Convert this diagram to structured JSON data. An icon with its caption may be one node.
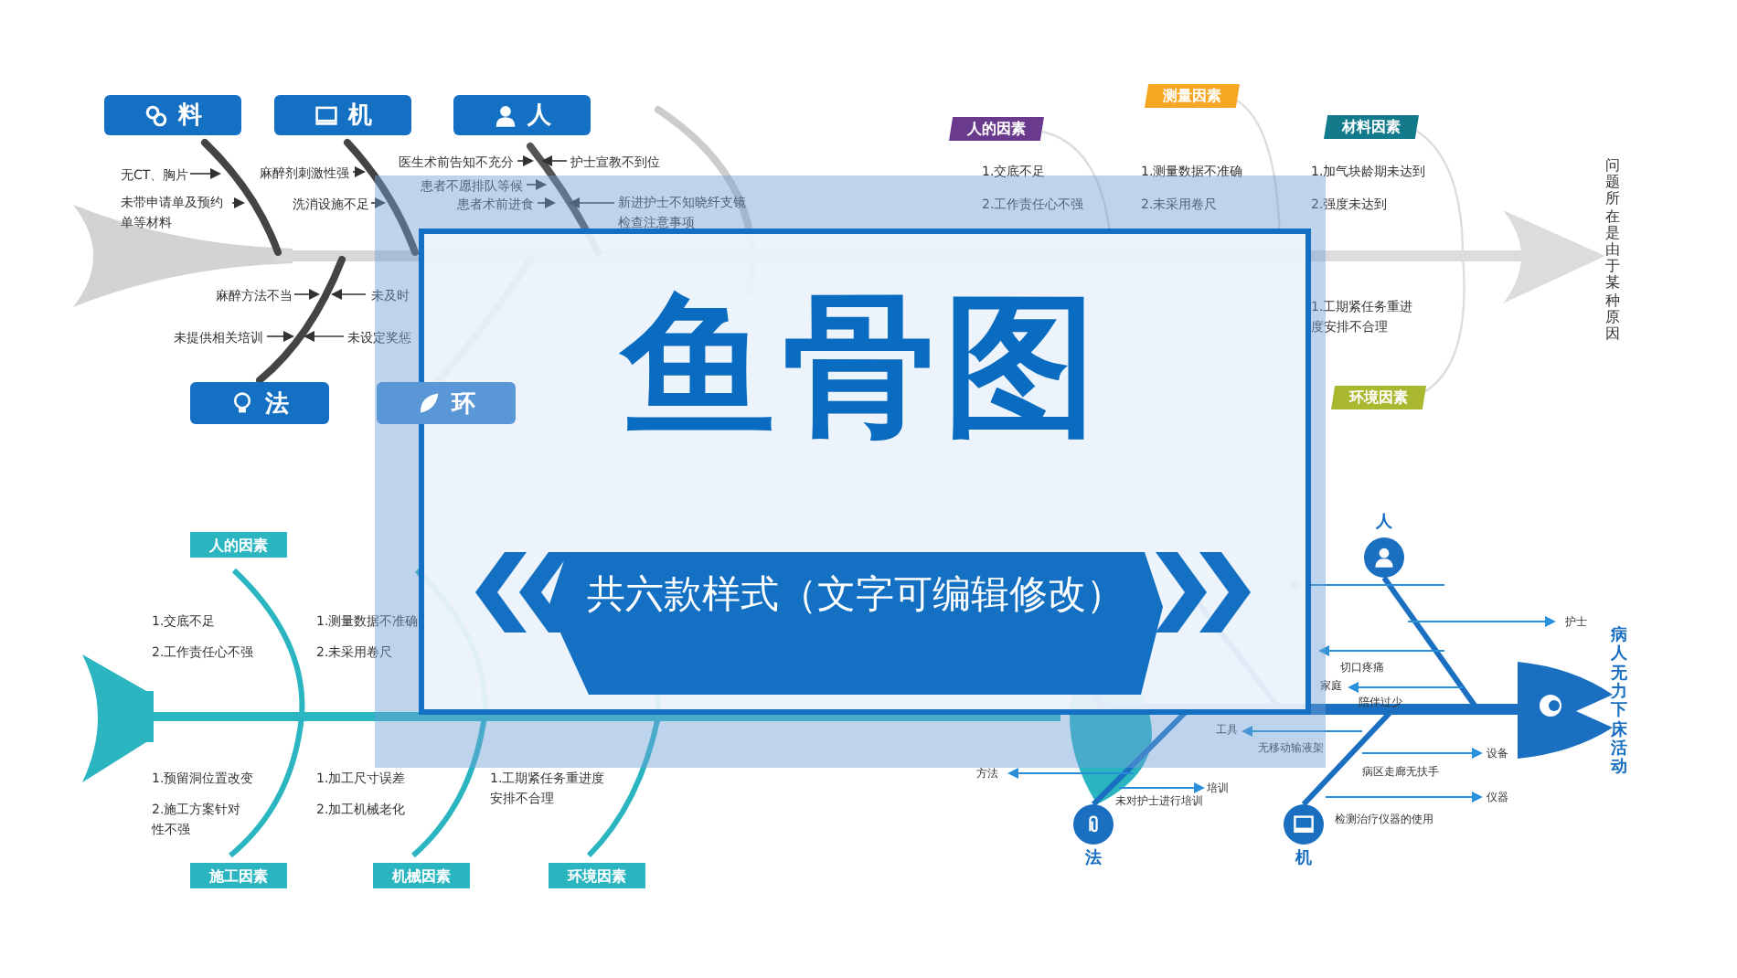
{
  "diagram": {
    "title": "鱼骨图",
    "nodes": [
      {
        "text": [
          "共六款样式（文字可编辑修改）"
        ]
      },
      {
        "text": [
          "料"
        ]
      },
      {
        "text": [
          "机"
        ]
      },
      {
        "text": [
          "人"
        ]
      },
      {
        "text": [
          "法"
        ]
      },
      {
        "text": [
          "环"
        ]
      },
      {
        "text": [
          "人的因素"
        ]
      },
      {
        "text": [
          "测量因素"
        ]
      },
      {
        "text": [
          "材料因素"
        ]
      },
      {
        "text": [
          "环境因素"
        ]
      },
      {
        "text": [
          "人的因素"
        ]
      },
      {
        "text": [
          "施工因素"
        ]
      },
      {
        "text": [
          "机械因素"
        ]
      },
      {
        "text": [
          "环境因素"
        ]
      },
      {
        "text": [
          "人"
        ]
      },
      {
        "text": [
          "法"
        ]
      },
      {
        "text": [
          "机"
        ]
      }
    ],
    "labels": [
      "无CT、胸片",
      "未带申请单及预约单等材料",
      "麻醉剂刺激性强",
      "洗消设施不足",
      "医生术前告知不充分",
      "护士宣教不到位",
      "患者不愿排队等候",
      "患者术前进食",
      "新进护士不知晓纤支镜检查注意事项",
      "麻醉方法不当",
      "未及时",
      "未提供相关培训",
      "未设定奖惩",
      "1.交底不足",
      "2.工作责任心不强",
      "1.测量数据不准确",
      "2.未采用卷尺",
      "1.加气块龄期未达到",
      "2.强度未达到",
      "1.工期紧任务重进度安排不合理",
      "问题所在是由于某种原因",
      "1.交底不足",
      "2.工作责任心不强",
      "1.测量数据不准确",
      "2.未采用卷尺",
      "1.预留洞位置改变",
      "2.施工方案针对性不强",
      "1.加工尺寸误差",
      "2.加工机械老化",
      "1.工期紧任务重进度安排不合理",
      "护士",
      "切口疼痛",
      "家庭",
      "陪伴过少",
      "工具",
      "无移动输液架",
      "设备",
      "方法",
      "病区走廊无扶手",
      "培训",
      "未对护士进行培训",
      "仪器",
      "检测治疗仪器的使用",
      "病人无力下床活动"
    ]
  }
}
